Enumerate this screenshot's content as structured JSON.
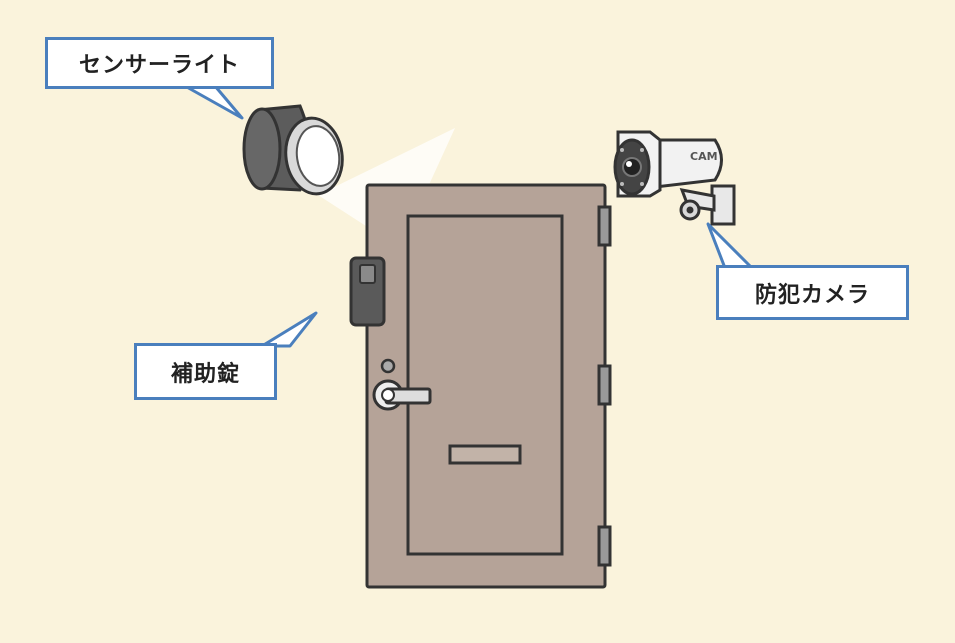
{
  "labels": {
    "sensor_light": "センサーライト",
    "security_camera": "防犯カメラ",
    "auxiliary_lock": "補助錠",
    "camera_marking": "CAM"
  },
  "colors": {
    "background": "#faf3dc",
    "door": "#b5a398",
    "outline": "#333333",
    "callout_border": "#4a7fbd",
    "callout_fill": "#ffffff",
    "light_body": "#5c5c5c",
    "lock_body": "#5a5a5a",
    "camera_body": "#f2f2f2"
  },
  "icons": [
    "sensor-light-icon",
    "security-camera-icon",
    "auxiliary-lock-icon",
    "door-icon"
  ]
}
